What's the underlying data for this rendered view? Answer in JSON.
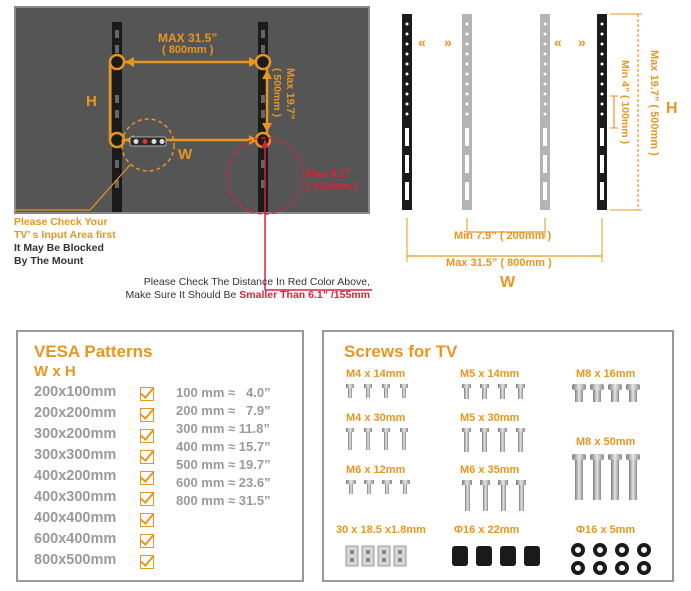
{
  "diagram": {
    "tv": {
      "max_width_label": "MAX  31.5”",
      "max_width_mm": "( 800mm )",
      "max_height_label": "Max  19.7”",
      "max_height_mm": "( 500mm )",
      "h_label": "H",
      "w_label": "W",
      "red_distance_label": "Max  6.1”",
      "red_distance_mm": "( 155mm )",
      "input_note_line1": "Please Check Your",
      "input_note_line2": "TV’ s Input Area first",
      "input_note_line3": "It May Be Blocked",
      "input_note_line4": "By The Mount",
      "distance_note_line1": "Please Check The Distance In Red Color Above,",
      "distance_note_line2_prefix": "Make Sure It Should Be ",
      "distance_note_line2_highlight": "Smaller Than 6.1” /155mm"
    },
    "brackets": {
      "arrows_left": "«",
      "arrows_mid": "»",
      "arrows_right_left": "«",
      "arrows_right": "»",
      "min_width_label": "Min  7.9” ( 200mm )",
      "max_width_label": "Max  31.5” ( 800mm )",
      "w_label": "W",
      "min_height_label": "Min  4” ( 100mm )",
      "max_height_label": "Max  19.7” ( 500mm )",
      "h_label": "H"
    }
  },
  "vesa": {
    "title": "VESA Patterns",
    "subtitle": "W x H",
    "patterns": [
      "200x100mm",
      "200x200mm",
      "300x200mm",
      "300x300mm",
      "400x200mm",
      "400x300mm",
      "400x400mm",
      "600x400mm",
      "800x500mm"
    ],
    "conversions": [
      "100 mm ≈   4.0”",
      "200 mm ≈   7.9”",
      "300 mm ≈ 11.8”",
      "400 mm ≈ 15.7”",
      "500 mm ≈ 19.7”",
      "600 mm ≈ 23.6”",
      "800 mm ≈ 31.5”"
    ],
    "colors": {
      "accent": "#e8961e",
      "text": "#9a9a9a"
    }
  },
  "screws": {
    "title": "Screws for TV",
    "items": [
      "M4 x 14mm",
      "M5 x 14mm",
      "M8 x 16mm",
      "M4 x 30mm",
      "M5 x 30mm",
      "M8 x 50mm",
      "M6 x 12mm",
      "M6 x 35mm",
      "30 x 18.5 x1.8mm",
      "Φ16 x 22mm",
      "Φ16 x 5mm"
    ]
  }
}
